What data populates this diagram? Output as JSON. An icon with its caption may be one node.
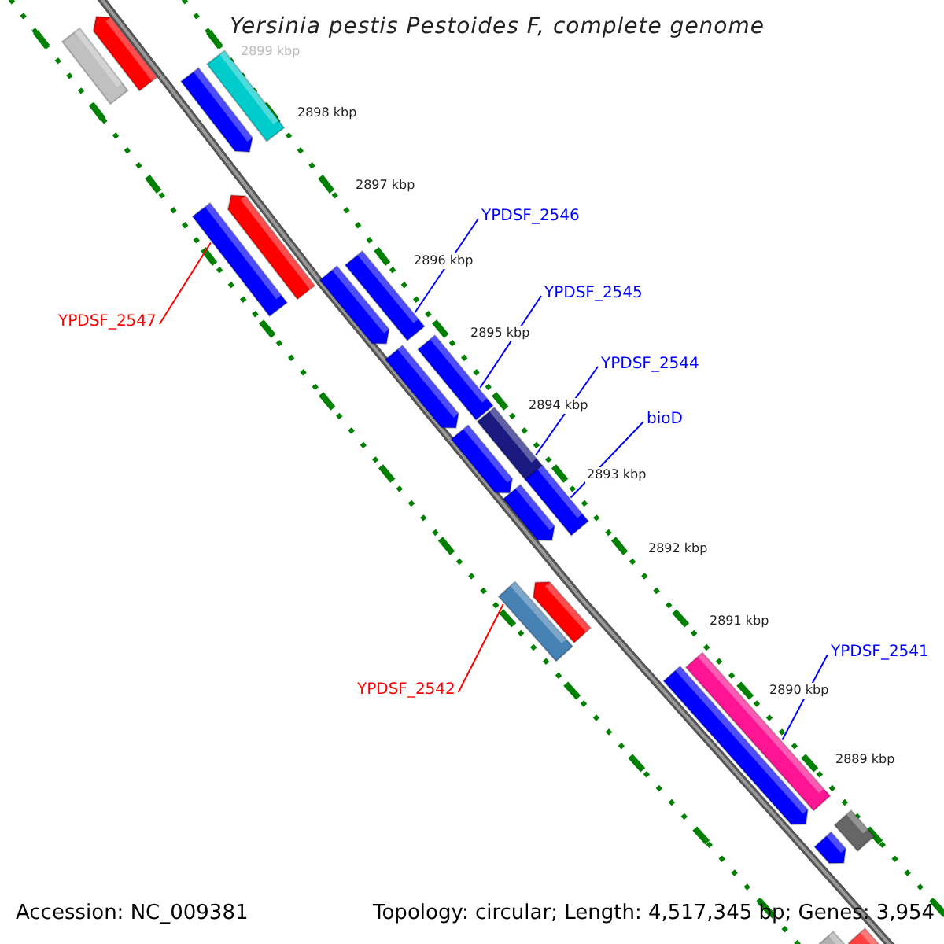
{
  "diagram": {
    "title": "Yersinia pestis Pestoides F, complete genome",
    "nodes": [
      {
        "text": [],
        "shape": "bar"
      },
      {
        "text": [],
        "shape": "bar"
      },
      {
        "text": [],
        "shape": "bar"
      },
      {
        "text": [],
        "shape": "bar"
      },
      {
        "text": [],
        "shape": "bar"
      },
      {
        "text": [],
        "shape": "bar"
      },
      {
        "text": [
          "YPDSF_2547"
        ]
      },
      {
        "text": [
          "YPDSF_2546"
        ]
      },
      {
        "text": [],
        "shape": "bar"
      },
      {
        "text": [],
        "shape": "bar"
      },
      {
        "text": [
          "YPDSF_2545"
        ]
      },
      {
        "text": [],
        "shape": "bar"
      },
      {
        "text": [],
        "shape": "bar"
      },
      {
        "text": [
          "YPDSF_2544"
        ]
      },
      {
        "text": [],
        "shape": "bar"
      },
      {
        "text": [],
        "shape": "bar"
      },
      {
        "text": [
          "bioD"
        ]
      },
      {
        "text": [],
        "shape": "bar"
      },
      {
        "text": [],
        "shape": "bar"
      },
      {
        "text": [],
        "shape": "bar"
      },
      {
        "text": [],
        "shape": "bar"
      },
      {
        "text": [
          "YPDSF_2542"
        ]
      },
      {
        "text": [
          "YPDSF_2541"
        ]
      },
      {
        "text": [],
        "shape": "bar"
      },
      {
        "text": [],
        "shape": "bar"
      },
      {
        "text": [],
        "shape": "bar"
      },
      {
        "text": [],
        "shape": "bar"
      },
      {
        "text": [],
        "shape": "bar"
      },
      {
        "text": [],
        "shape": "bar"
      }
    ],
    "edges": [
      {
        "from": 6,
        "to": 4,
        "arrow": "none",
        "color": "#ff0000"
      },
      {
        "from": 7,
        "to": 8,
        "arrow": "none"
      },
      {
        "from": 10,
        "to": 11,
        "arrow": "none"
      },
      {
        "from": 13,
        "to": 14,
        "arrow": "none"
      },
      {
        "from": 16,
        "to": 17,
        "arrow": "none"
      },
      {
        "from": 21,
        "to": 19,
        "arrow": "none",
        "color": "#ff0000"
      },
      {
        "from": 22,
        "to": 23,
        "arrow": "none"
      }
    ],
    "labels": [
      "2899 kbp",
      "2898 kbp",
      "2897 kbp",
      "2896 kbp",
      "2895 kbp",
      "2894 kbp",
      "2893 kbp",
      "2892 kbp",
      "2891 kbp",
      "2890 kbp",
      "2889 kbp",
      "Accession: NC_009381",
      "Topology: circular; Length: 4,517,345 bp; Genes: 3,954"
    ]
  }
}
